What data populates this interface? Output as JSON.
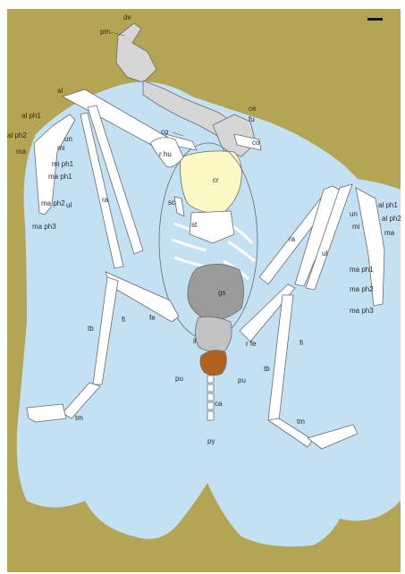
{
  "colors": {
    "matrix": "#b4a555",
    "slab": "#c4e1f4",
    "bone": "#ffffff",
    "skull_neck": "#d6d6d6",
    "crop": "#fdf8c4",
    "gizzard": "#9b9b9b",
    "pelvic_region": "#c2c2c2",
    "pubic_patch": "#b2621e",
    "scale_bar": "#111111"
  },
  "labels": {
    "de": "de",
    "pm": "pm",
    "ce": "ce",
    "fu": "fu",
    "co_mid": "co",
    "co_left": "co",
    "al": "al",
    "al_ph1_left": "al ph1",
    "al_ph2_left": "al ph2",
    "un_left": "un",
    "mi_left": "mi",
    "ma_left": "ma",
    "mi_ph1_left": "mi ph1",
    "ma_ph1_left": "ma ph1",
    "ma_ph2_left": "ma ph2",
    "ma_ph3_left": "ma ph3",
    "ra_left": "ra",
    "ul_left": "ul",
    "r_hu": "r hu",
    "cr": "cr",
    "sc": "sc",
    "st": "st",
    "gs": "gs",
    "il": "il",
    "r_fe": "r fe",
    "fe": "fe",
    "pu_left": "pu",
    "pu_right": "pu",
    "ca": "ca",
    "py": "py",
    "tb_left": "tb",
    "fi_left": "fi",
    "tm_left": "tm",
    "tb_right": "tb",
    "fi_right": "fi",
    "tm_right": "tm",
    "ra_right": "ra",
    "ul_right": "ul",
    "un_right": "un",
    "mi_right": "mi",
    "ma_right": "ma",
    "al_ph1_right": "al ph1",
    "al_ph2_right": "al ph2",
    "ma_ph1_right": "ma ph1",
    "ma_ph2_right": "ma ph2",
    "ma_ph3_right": "ma ph3"
  }
}
